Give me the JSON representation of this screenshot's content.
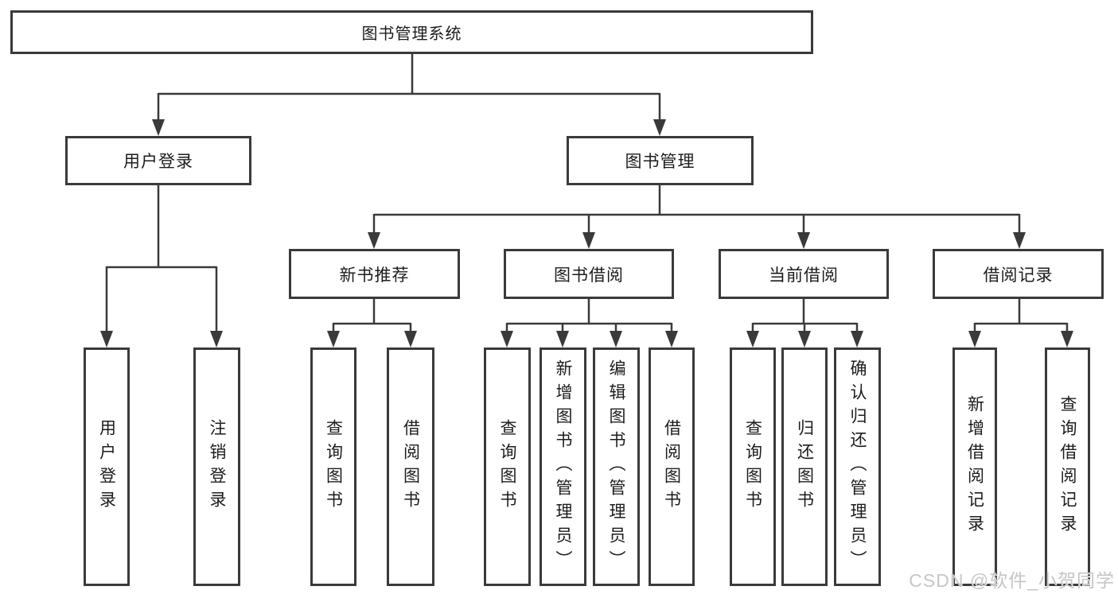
{
  "diagram": {
    "type": "tree",
    "root": {
      "label": "图书管理系统"
    },
    "branches": [
      {
        "label": "用户登录",
        "children": [
          {
            "label": "用户登录"
          },
          {
            "label": "注销登录"
          }
        ]
      },
      {
        "label": "图书管理",
        "children": [
          {
            "label": "新书推荐",
            "children": [
              {
                "label": "查询图书"
              },
              {
                "label": "借阅图书"
              }
            ]
          },
          {
            "label": "图书借阅",
            "children": [
              {
                "label": "查询图书"
              },
              {
                "label": "新增图书（管理员）"
              },
              {
                "label": "编辑图书（管理员）"
              },
              {
                "label": "借阅图书"
              }
            ]
          },
          {
            "label": "当前借阅",
            "children": [
              {
                "label": "查询图书"
              },
              {
                "label": "归还图书"
              },
              {
                "label": "确认归还（管理员）"
              }
            ]
          },
          {
            "label": "借阅记录",
            "children": [
              {
                "label": "新增借阅记录"
              },
              {
                "label": "查询借阅记录"
              }
            ]
          }
        ]
      }
    ]
  },
  "watermark": {
    "text": "CSDN @软件_小贺同学"
  },
  "colors": {
    "line": "#3a3a3a",
    "text": "#1c1c1c",
    "watermark": "#c6c6c6",
    "background": "#ffffff"
  }
}
